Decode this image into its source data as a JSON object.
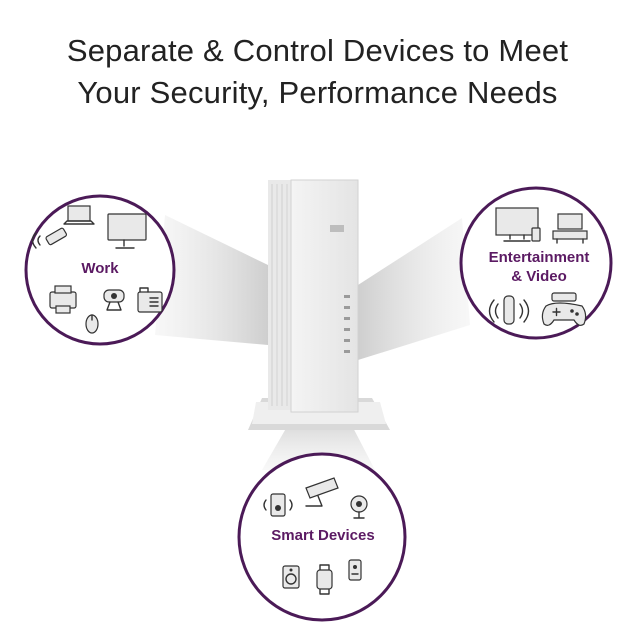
{
  "headline": {
    "line1": "Separate & Control Devices to Meet",
    "line2": "Your Security, Performance Needs"
  },
  "groups": {
    "work": {
      "label": "Work"
    },
    "entertainment": {
      "line1": "Entertainment",
      "line2": "& Video"
    },
    "smart": {
      "label": "Smart Devices"
    }
  },
  "colors": {
    "accent": "#4b1a57",
    "label": "#5b1a63"
  }
}
